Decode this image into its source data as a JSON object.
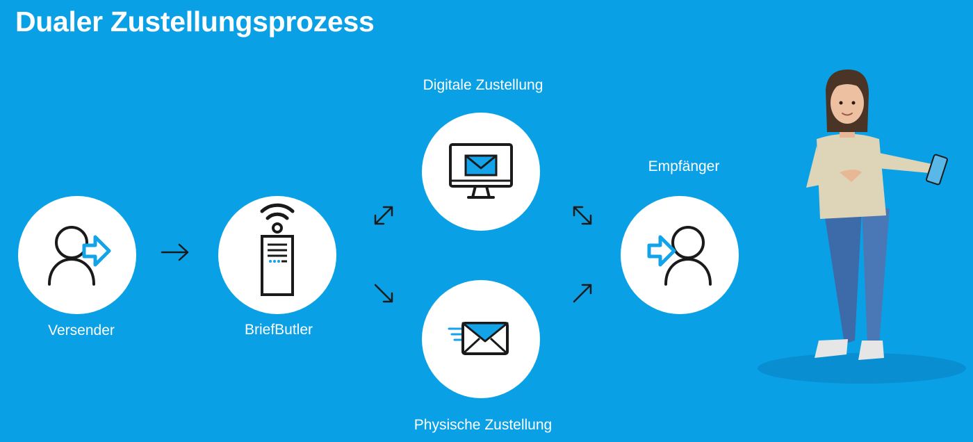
{
  "title": "Dualer Zustellungsprozess",
  "nodes": {
    "sender": {
      "label": "Versender",
      "icon": "user-send-icon"
    },
    "briefbutler": {
      "label": "BriefButler",
      "icon": "server-tower-wifi-icon"
    },
    "digital": {
      "label": "Digitale Zustellung",
      "icon": "monitor-mail-icon"
    },
    "physical": {
      "label": "Physische Zustellung",
      "icon": "fast-mail-icon"
    },
    "recipient": {
      "label": "Empfänger",
      "icon": "user-receive-icon"
    }
  },
  "colors": {
    "background": "#0aa0e6",
    "accent": "#12a3e8",
    "icon_stroke": "#1a1a1a"
  }
}
